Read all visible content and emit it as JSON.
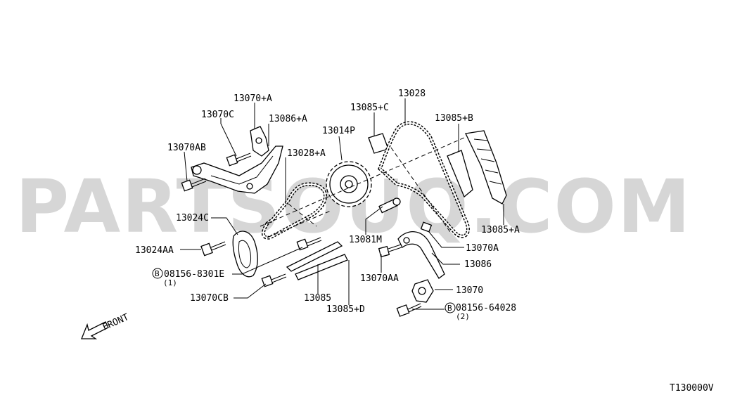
{
  "watermark": "PARTSOUQ.COM",
  "diagram_code": "T130000V",
  "front_label": "FRONT",
  "labels": {
    "p13070_A": "13070+A",
    "p13070C": "13070C",
    "p13086_A": "13086+A",
    "p13070AB": "13070AB",
    "p13028_A": "13028+A",
    "p13014P": "13014P",
    "p13085_C": "13085+C",
    "p13028": "13028",
    "p13085_B": "13085+B",
    "p13024C": "13024C",
    "p13024AA": "13024AA",
    "p08156_8301E": "08156-8301E",
    "p08156_8301E_qty": "(1)",
    "p13070CB": "13070CB",
    "p13085": "13085",
    "p13085_D": "13085+D",
    "p13081M": "13081M",
    "p13070AA": "13070AA",
    "p13070A": "13070A",
    "p13086": "13086",
    "p13070": "13070",
    "p08156_64028": "08156-64028",
    "p08156_64028_qty": "(2)",
    "p13085_A": "13085+A"
  },
  "badge_letter": "B"
}
